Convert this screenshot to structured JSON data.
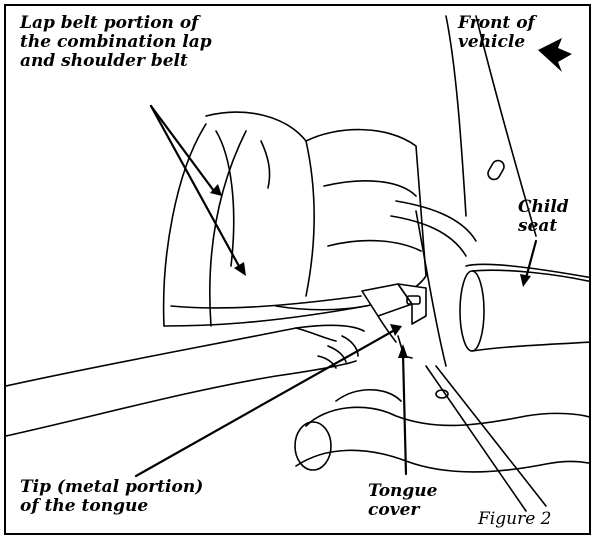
{
  "labels": {
    "lap_belt": "Lap belt portion of\nthe combination lap\nand shoulder belt",
    "front": "Front of\nvehicle",
    "child_seat": "Child\nseat",
    "tip": "Tip (metal portion)\nof the tongue",
    "tongue_cover": "Tongue\ncover",
    "figure": "Figure 2"
  }
}
